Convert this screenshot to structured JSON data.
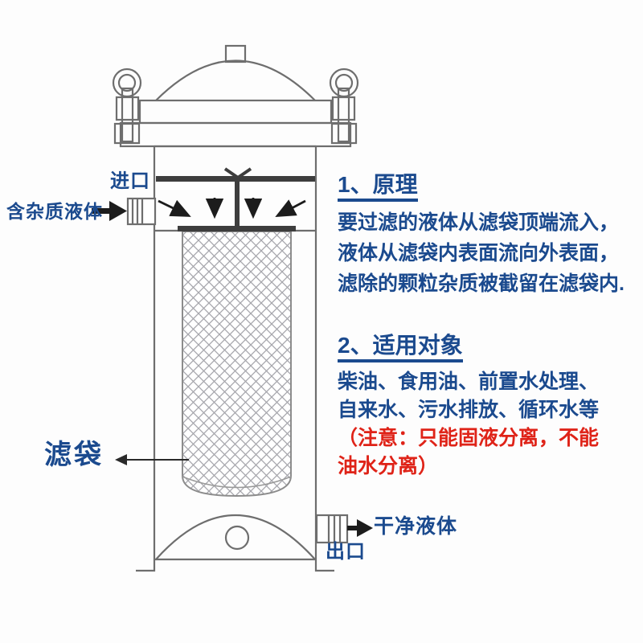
{
  "diagram": {
    "inlet_label": "进口",
    "impure_label": "含杂质液体",
    "bag_label": "滤袋",
    "clean_label": "干净液体",
    "outlet_label": "出口",
    "icons": {
      "inlet_flow_arrow": "right-arrow",
      "outlet_flow_arrow": "right-arrow",
      "bag_pointer_arrow": "left-arrow",
      "internal_flow_arrows": "down-and-diagonal-arrows"
    }
  },
  "principle": {
    "heading": "1、原理",
    "line1": "要过滤的液体从滤袋顶端流入，",
    "line2": "液体从滤袋内表面流向外表面，",
    "line3": "滤除的颗粒杂质被截留在滤袋内."
  },
  "usage": {
    "heading": "2、适用对象",
    "line1": "柴油、食用油、前置水处理、",
    "line2": "自来水、污水排放、循环水等",
    "note1": "（注意：只能固液分离，不能",
    "note2": "油水分离）"
  },
  "colors": {
    "text_blue": "#1b4a8e",
    "note_red": "#df2318",
    "outline_gray": "#6e6e6e",
    "baffle_dark": "#3d3d3d",
    "arrow_black": "#1c1c1c"
  }
}
